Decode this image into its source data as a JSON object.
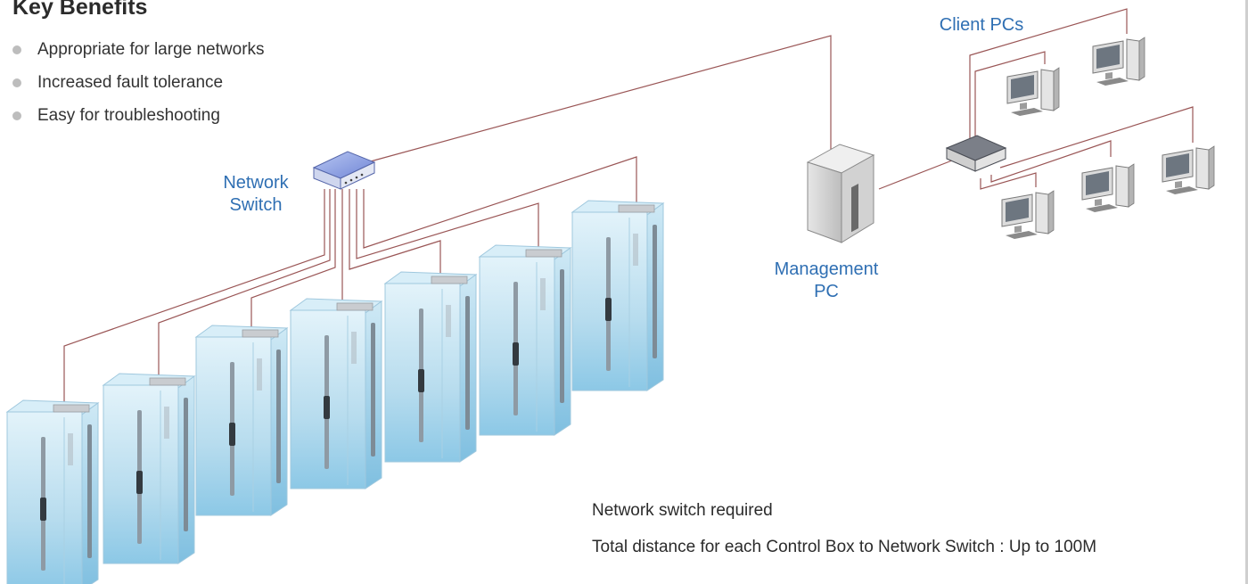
{
  "title": "Key Benefits",
  "benefits": [
    "Appropriate for large networks",
    "Increased fault tolerance",
    "Easy for troubleshooting"
  ],
  "labels": {
    "network_switch_line1": "Network",
    "network_switch_line2": "Switch",
    "management_line1": "Management",
    "management_line2": "PC",
    "client_pcs": "Client PCs"
  },
  "notes": {
    "switch_required": "Network switch required",
    "distance": "Total distance for each Control Box to Network Switch : Up to 100M"
  },
  "colors": {
    "cable": "#9a5656",
    "label_blue": "#2f6fb3",
    "cabinet": "#bfe1f1",
    "text_dark": "#2b2b2b"
  }
}
